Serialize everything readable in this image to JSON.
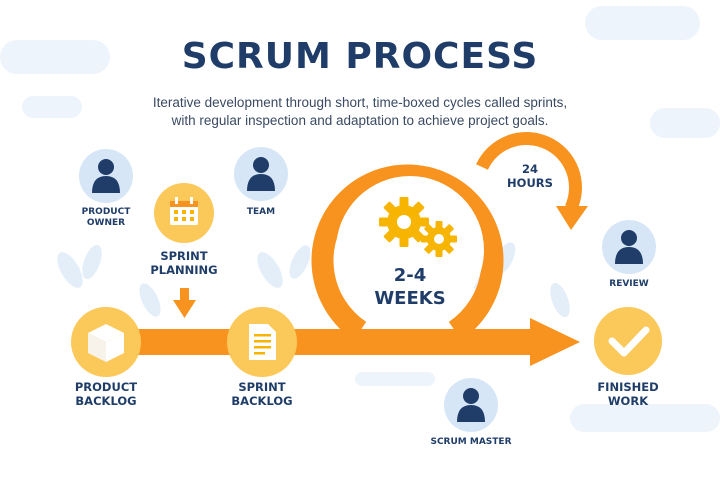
{
  "title": "SCRUM PROCESS",
  "subtitle": {
    "line1": "Iterative development through short, time-boxed cycles called sprints,",
    "line2": "with regular inspection and adaptation to achieve project goals."
  },
  "roles": {
    "product_owner": [
      "PRODUCT",
      "OWNER"
    ],
    "team": "TEAM",
    "review": "REVIEW",
    "scrum_master": "SCRUM MASTER"
  },
  "steps": {
    "sprint_planning": [
      "SPRINT",
      "PLANNING"
    ],
    "product_backlog": [
      "PRODUCT",
      "BACKLOG"
    ],
    "sprint_backlog": [
      "SPRINT",
      "BACKLOG"
    ],
    "finished_work": [
      "FINISHED",
      "WORK"
    ]
  },
  "cycle": {
    "sprint_length": [
      "2-4",
      "WEEKS"
    ],
    "daily": [
      "24",
      "HOURS"
    ]
  },
  "colors": {
    "accent": "#f7931e",
    "accent_dark": "#e8820a",
    "icon_circle": "#fbc85a",
    "navy": "#1f3d68",
    "person_bg": "#d6e6f7",
    "cloud": "#eef4fb"
  },
  "icons": {
    "role": "person-icon",
    "planning": "calendar-icon",
    "product_backlog": "box-icon",
    "sprint_backlog": "document-icon",
    "cycle": "gears-icon",
    "finished": "checkmark-icon"
  }
}
